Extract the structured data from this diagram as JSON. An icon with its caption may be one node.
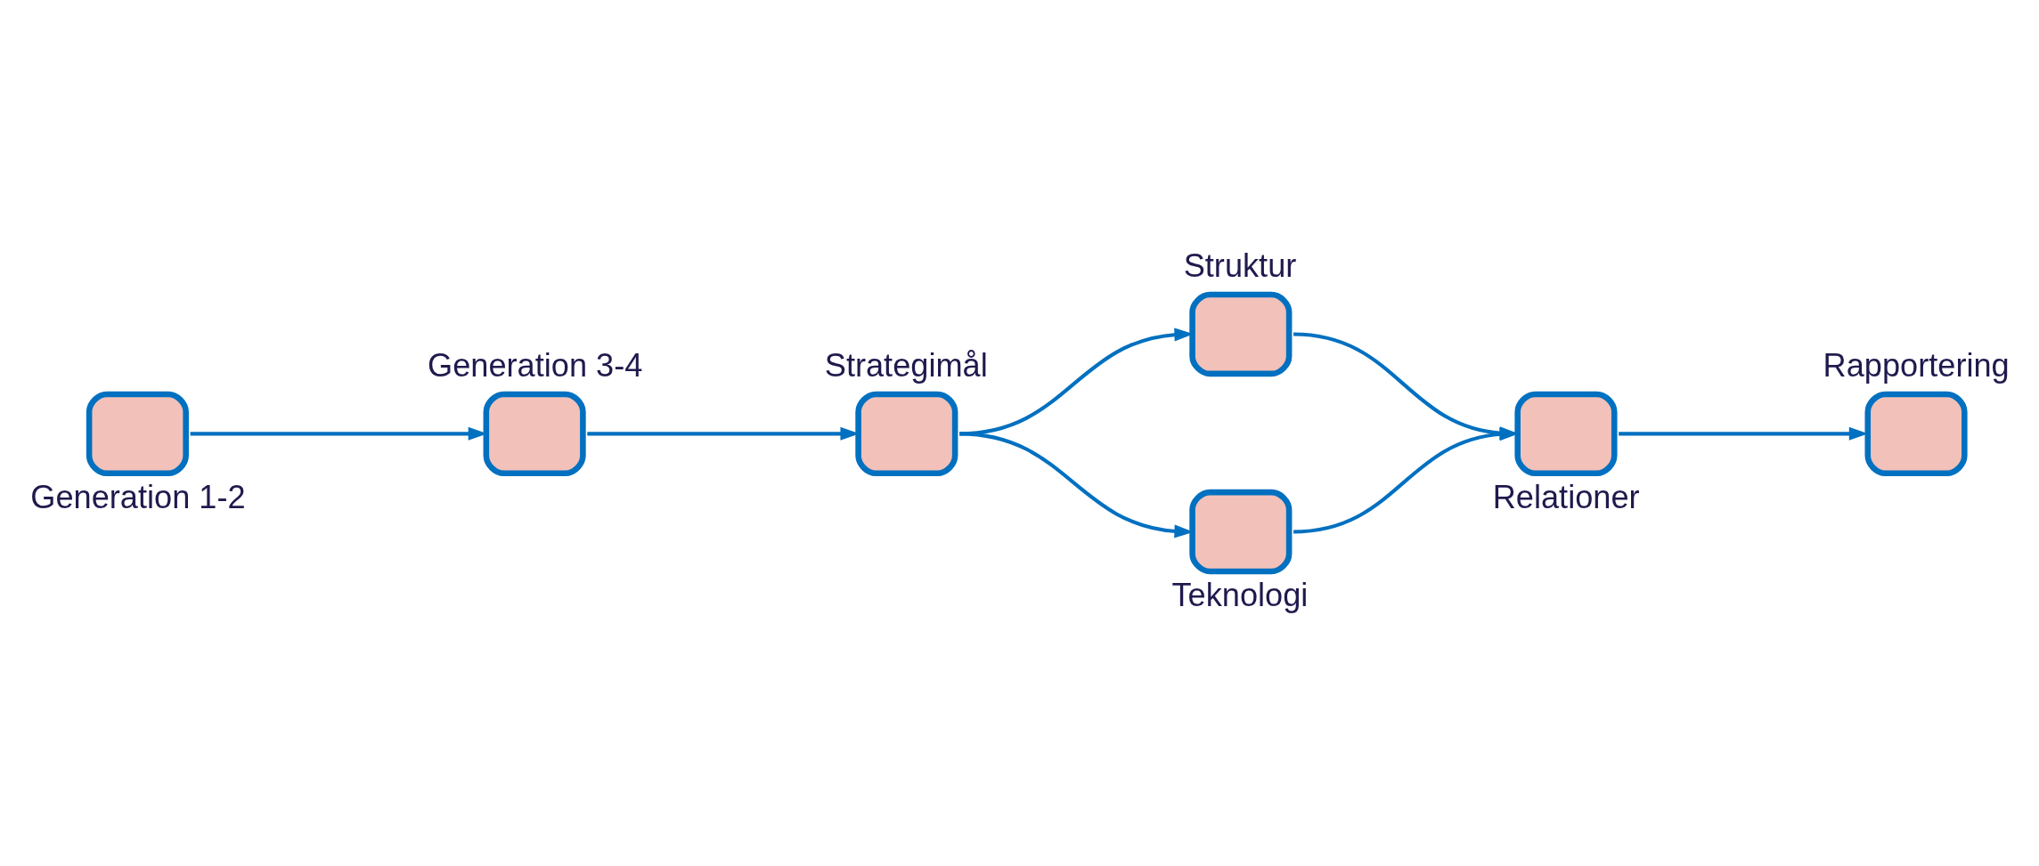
{
  "diagram": {
    "nodes": [
      {
        "text": [
          "Generation 1-2"
        ]
      },
      {
        "text": [
          "Generation 3-4"
        ]
      },
      {
        "text": [
          "Strategimål"
        ]
      },
      {
        "text": [
          "Struktur"
        ]
      },
      {
        "text": [
          "Teknologi"
        ]
      },
      {
        "text": [
          "Relationer"
        ]
      },
      {
        "text": [
          "Rapportering"
        ]
      }
    ],
    "edges": [
      {
        "from": 0,
        "to": 1,
        "arrow": "to"
      },
      {
        "from": 1,
        "to": 2,
        "arrow": "to"
      },
      {
        "from": 2,
        "to": 3,
        "arrow": "to"
      },
      {
        "from": 2,
        "to": 4,
        "arrow": "to"
      },
      {
        "from": 3,
        "to": 5,
        "arrow": "to"
      },
      {
        "from": 4,
        "to": 5,
        "arrow": "to"
      },
      {
        "from": 5,
        "to": 6,
        "arrow": "to"
      }
    ]
  }
}
